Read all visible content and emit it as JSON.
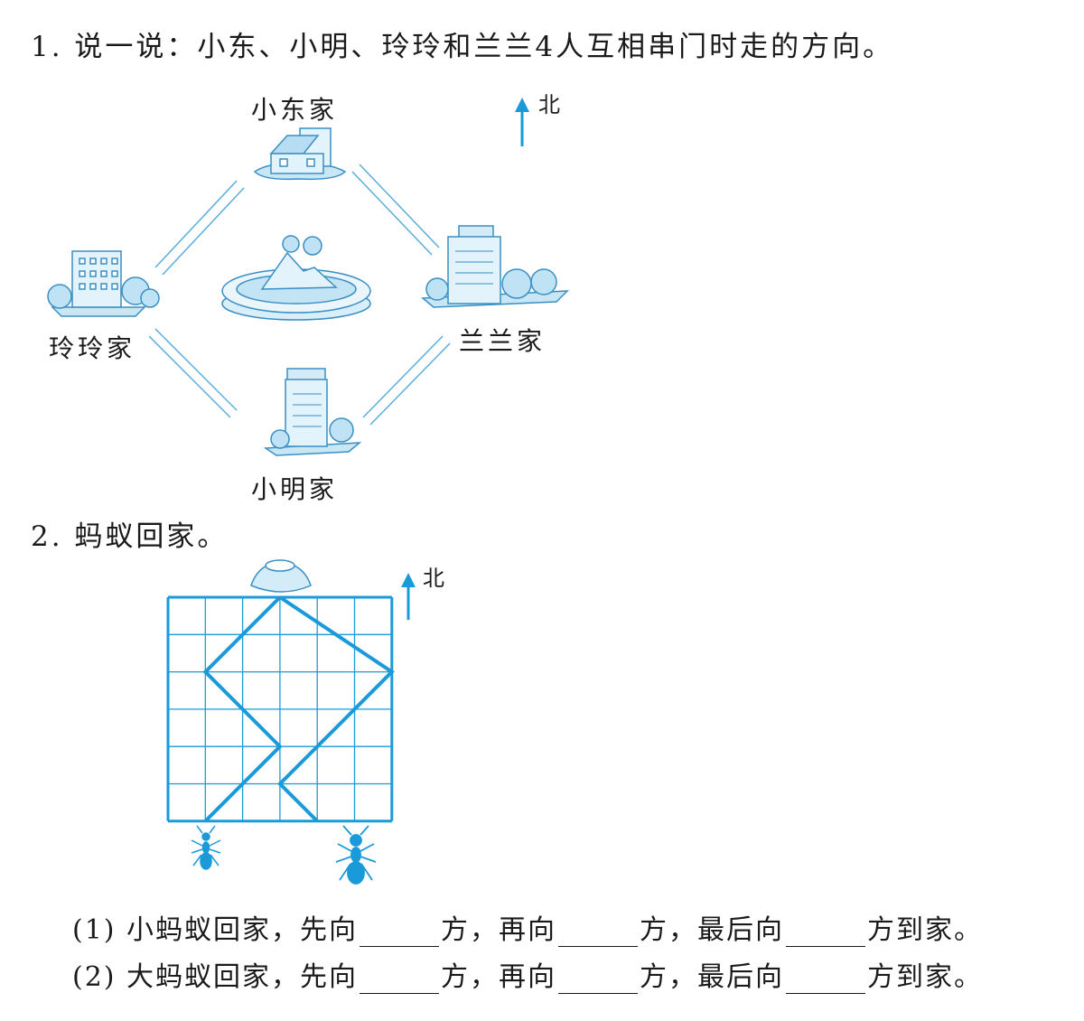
{
  "q1": {
    "title": "1. 说一说：小东、小明、玲玲和兰兰4人互相串门时走的方向。",
    "north": "北",
    "houses": {
      "xiaodong": "小东家",
      "lingling": "玲玲家",
      "lanlan": "兰兰家",
      "xiaoming": "小明家"
    }
  },
  "q2": {
    "title": "2. 蚂蚁回家。",
    "north": "北",
    "colors": {
      "grid": "#1a9ad9",
      "path": "#1a9ad9"
    },
    "grid": {
      "cols": 6,
      "rows": 6
    },
    "small_ant": {
      "prefix": "(1) 小蚂蚁回家，先向",
      "p1": "方，再向",
      "p2": "方，最后向",
      "suffix": "方到家。"
    },
    "big_ant": {
      "prefix": "(2) 大蚂蚁回家，先向",
      "p1": "方，再向",
      "p2": "方，最后向",
      "suffix": "方到家。"
    }
  }
}
